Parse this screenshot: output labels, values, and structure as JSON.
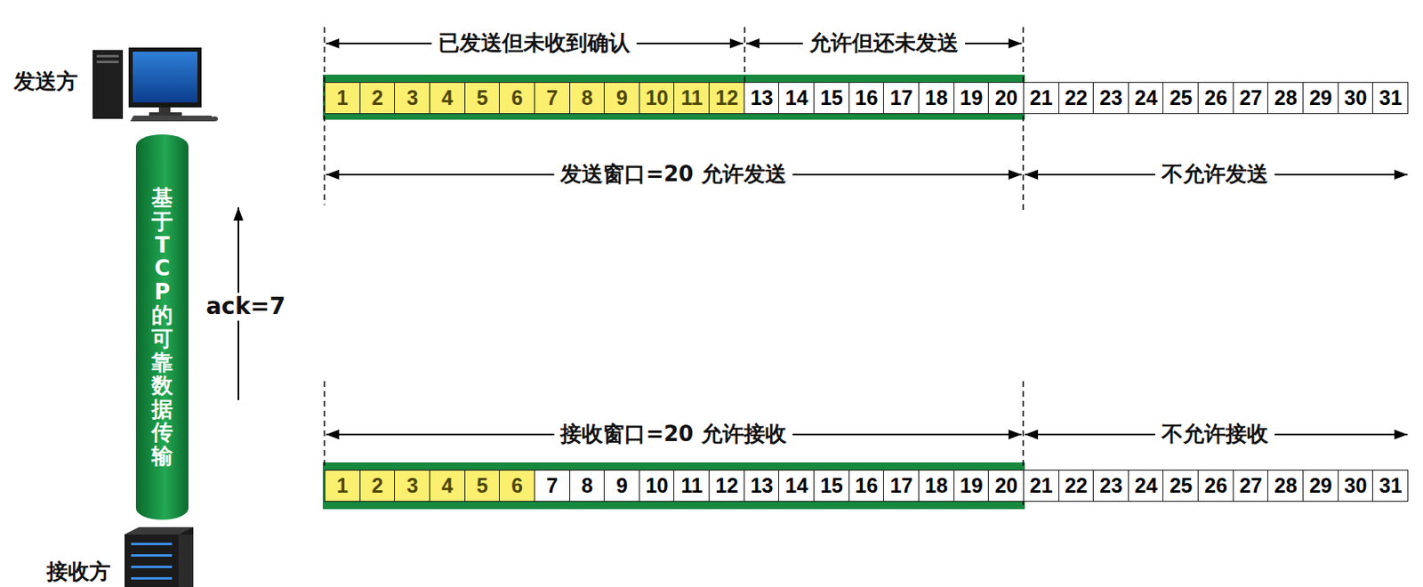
{
  "diagram": {
    "nodes": [
      {
        "text": [
          "基于TCP的可靠数据传输"
        ]
      },
      {
        "text": [
          "1"
        ]
      },
      {
        "text": [
          "2"
        ]
      },
      {
        "text": [
          "3"
        ]
      },
      {
        "text": [
          "4"
        ]
      },
      {
        "text": [
          "5"
        ]
      },
      {
        "text": [
          "6"
        ]
      },
      {
        "text": [
          "7"
        ]
      },
      {
        "text": [
          "8"
        ]
      },
      {
        "text": [
          "9"
        ]
      },
      {
        "text": [
          "10"
        ]
      },
      {
        "text": [
          "11"
        ]
      },
      {
        "text": [
          "12"
        ]
      },
      {
        "text": [
          "13"
        ]
      },
      {
        "text": [
          "14"
        ]
      },
      {
        "text": [
          "15"
        ]
      },
      {
        "text": [
          "16"
        ]
      },
      {
        "text": [
          "17"
        ]
      },
      {
        "text": [
          "18"
        ]
      },
      {
        "text": [
          "19"
        ]
      },
      {
        "text": [
          "20"
        ]
      },
      {
        "text": [
          "21"
        ]
      },
      {
        "text": [
          "22"
        ]
      },
      {
        "text": [
          "23"
        ]
      },
      {
        "text": [
          "24"
        ]
      },
      {
        "text": [
          "25"
        ]
      },
      {
        "text": [
          "26"
        ]
      },
      {
        "text": [
          "27"
        ]
      },
      {
        "text": [
          "28"
        ]
      },
      {
        "text": [
          "29"
        ]
      },
      {
        "text": [
          "30"
        ]
      },
      {
        "text": [
          "31"
        ]
      },
      {
        "text": [
          "1"
        ]
      },
      {
        "text": [
          "2"
        ]
      },
      {
        "text": [
          "3"
        ]
      },
      {
        "text": [
          "4"
        ]
      },
      {
        "text": [
          "5"
        ]
      },
      {
        "text": [
          "6"
        ]
      },
      {
        "text": [
          "7"
        ]
      },
      {
        "text": [
          "8"
        ]
      },
      {
        "text": [
          "9"
        ]
      },
      {
        "text": [
          "10"
        ]
      },
      {
        "text": [
          "11"
        ]
      },
      {
        "text": [
          "12"
        ]
      },
      {
        "text": [
          "13"
        ]
      },
      {
        "text": [
          "14"
        ]
      },
      {
        "text": [
          "15"
        ]
      },
      {
        "text": [
          "16"
        ]
      },
      {
        "text": [
          "17"
        ]
      },
      {
        "text": [
          "18"
        ]
      },
      {
        "text": [
          "19"
        ]
      },
      {
        "text": [
          "20"
        ]
      },
      {
        "text": [
          "21"
        ]
      },
      {
        "text": [
          "22"
        ]
      },
      {
        "text": [
          "23"
        ]
      },
      {
        "text": [
          "24"
        ]
      },
      {
        "text": [
          "25"
        ]
      },
      {
        "text": [
          "26"
        ]
      },
      {
        "text": [
          "27"
        ]
      },
      {
        "text": [
          "28"
        ]
      },
      {
        "text": [
          "29"
        ]
      },
      {
        "text": [
          "30"
        ]
      },
      {
        "text": [
          "31"
        ]
      }
    ],
    "labels": [
      "发送方",
      "已发送但未收到确认",
      "允许但还未发送",
      "发送窗口=20 允许发送",
      "不允许发送",
      "ack=7",
      "接收窗口=20 允许接收",
      "不允许接收",
      "接收方"
    ]
  }
}
